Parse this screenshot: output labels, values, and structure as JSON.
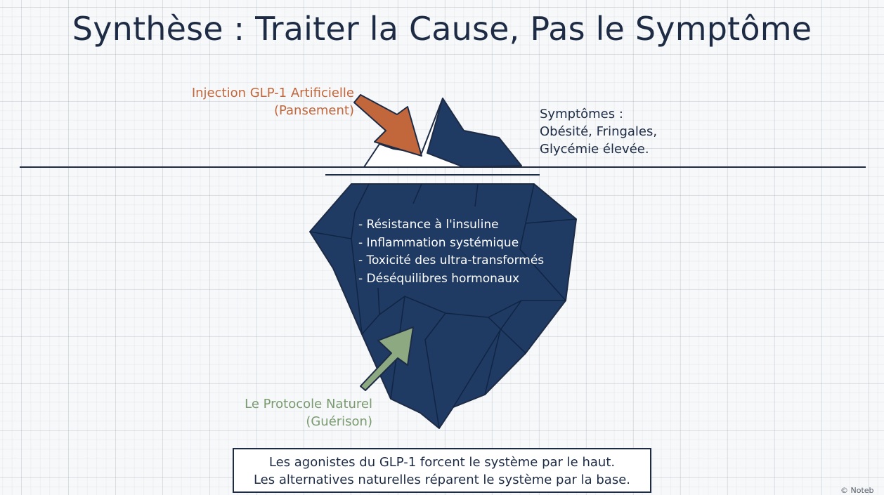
{
  "title": "Synthèse : Traiter la Cause, Pas le Symptôme",
  "labels": {
    "injection": [
      "Injection GLP-1 Artificielle",
      "(Pansement)"
    ],
    "symptoms": [
      "Symptômes :",
      "Obésité, Fringales,",
      "Glycémie élevée."
    ],
    "protocol": [
      "Le Protocole Naturel",
      "(Guérison)"
    ]
  },
  "causes": [
    "- Résistance à l'insuline",
    "- Inflammation systémique",
    "- Toxicité des ultra-transformés",
    "- Déséquilibres hormonaux"
  ],
  "summary": [
    "Les agonistes du GLP-1 forcent le système par le haut.",
    "Les alternatives naturelles réparent le système par la base."
  ],
  "credit": "© Noteb",
  "colors": {
    "navy": "#1f3a63",
    "ink": "#1d2b45",
    "orange": "#c2673c",
    "green": "#8ca982",
    "green_text": "#7a9a70"
  },
  "icons": {
    "top_arrow": "arrow-down-right-icon",
    "bottom_arrow": "arrow-up-right-icon"
  }
}
